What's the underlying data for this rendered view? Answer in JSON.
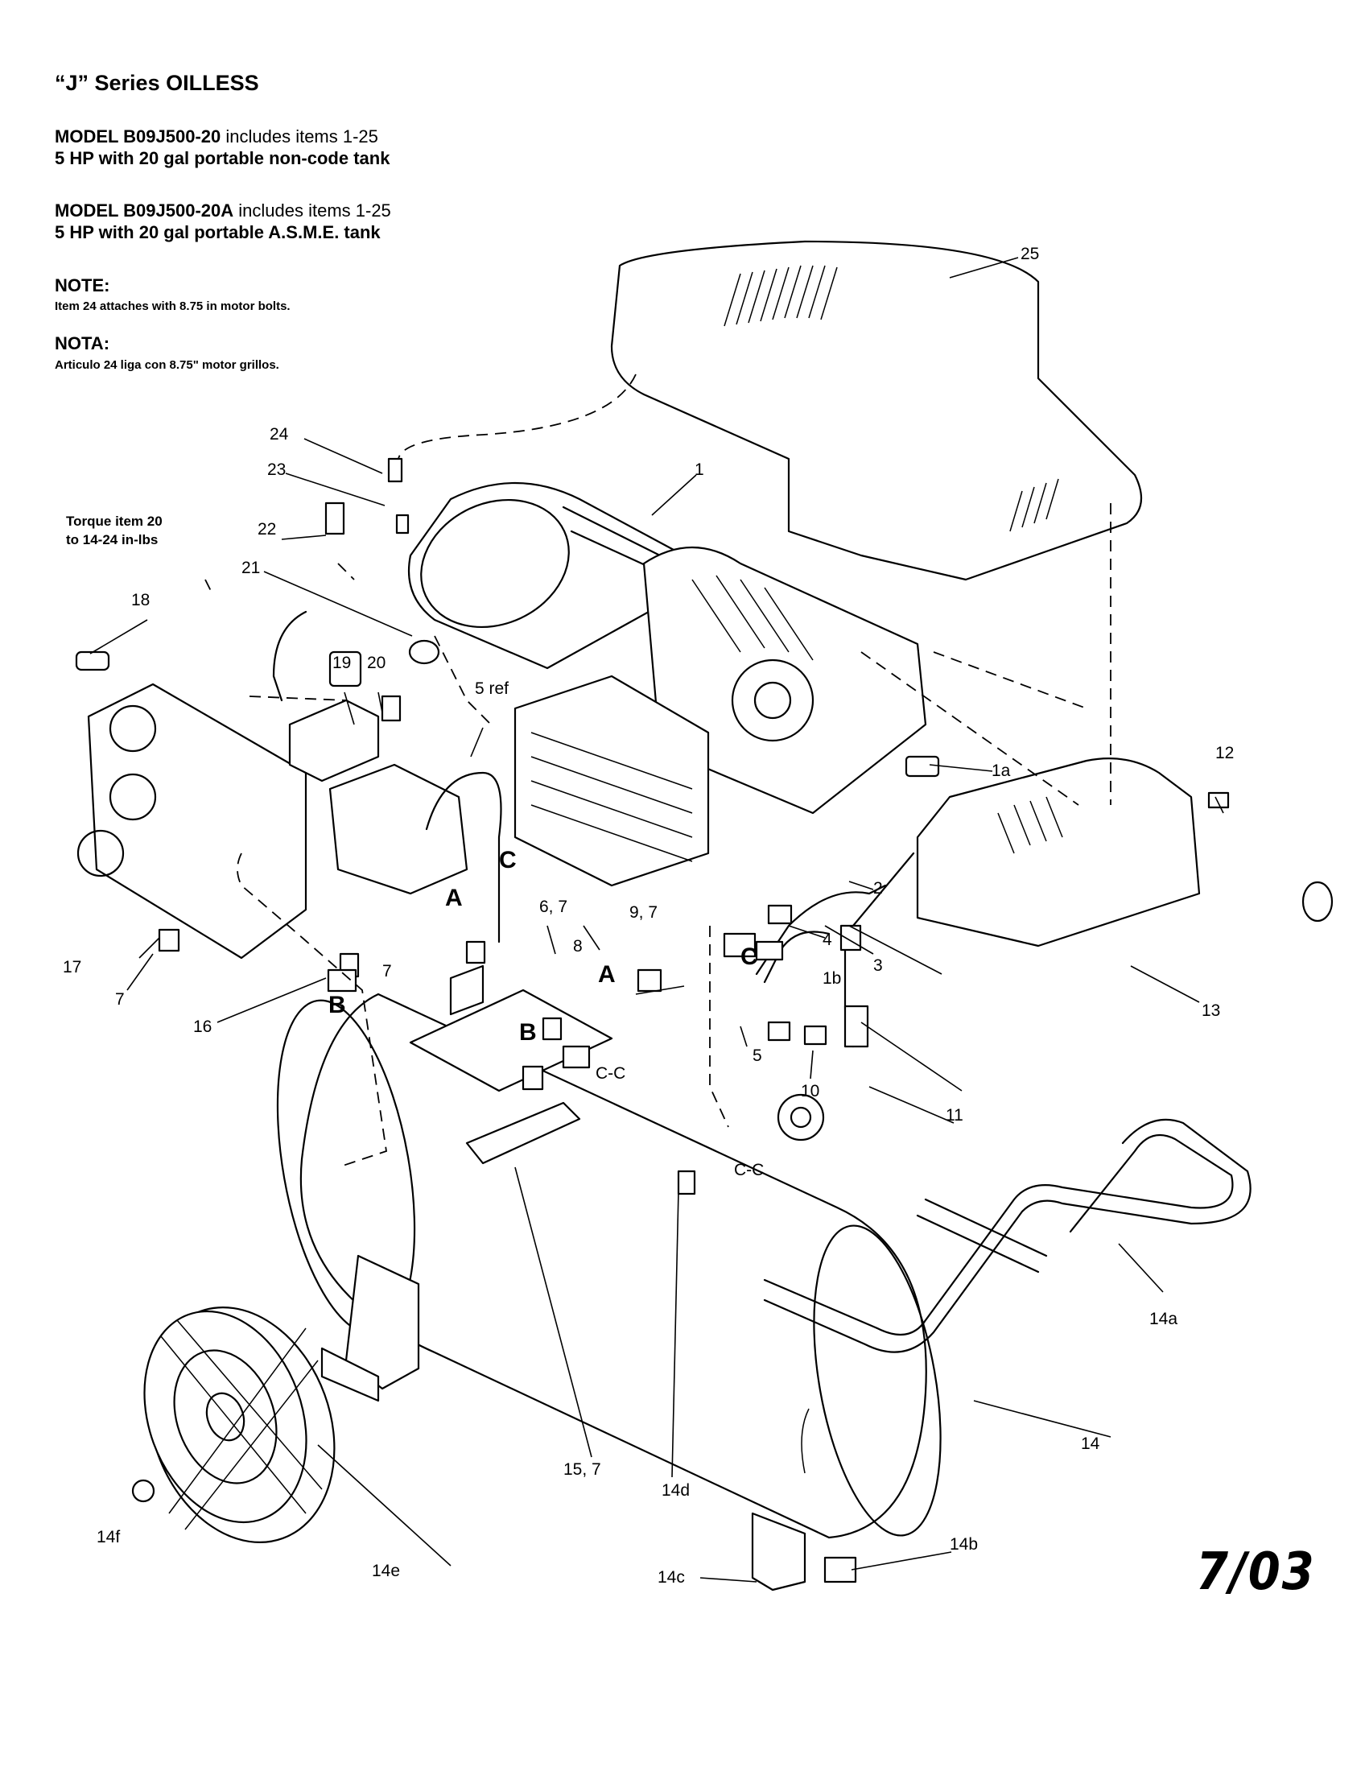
{
  "header": {
    "series_title": "“J” Series OILLESS",
    "models": [
      {
        "model_label": "MODEL B09J500-20",
        "includes": " includes items 1-25",
        "description": "5 HP with 20 gal portable non-code tank"
      },
      {
        "model_label": "MODEL B09J500-20A",
        "includes": " includes items 1-25",
        "description": "5 HP with 20 gal portable A.S.M.E. tank"
      }
    ],
    "note_heading": "NOTE:",
    "note_text": "Item 24 attaches with 8.75 in motor bolts.",
    "nota_heading": "NOTA:",
    "nota_text": "Articulo 24 liga con 8.75\" motor grillos."
  },
  "torque_note": {
    "line1": "Torque item 20",
    "line2": "to 14-24 in-lbs"
  },
  "date_code": "7/03",
  "callouts": {
    "c1": "1",
    "c1a": "1a",
    "c1b": "1b",
    "c2": "2",
    "c3": "3",
    "c4": "4",
    "c5": "5",
    "c5ref": "5 ref",
    "c67": "6, 7",
    "c7a": "7",
    "c7b": "7",
    "c8": "8",
    "c97": "9, 7",
    "c10": "10",
    "c11": "11",
    "c12": "12",
    "c13": "13",
    "c14": "14",
    "c14a": "14a",
    "c14b": "14b",
    "c14c": "14c",
    "c14d": "14d",
    "c14e": "14e",
    "c14f": "14f",
    "c157": "15, 7",
    "c16": "16",
    "c17": "17",
    "c18": "18",
    "c19": "19",
    "c20": "20",
    "c21": "21",
    "c22": "22",
    "c23": "23",
    "c24": "24",
    "c25": "25"
  },
  "connection_markers": {
    "a1": "A",
    "a2": "A",
    "b1": "B",
    "b2": "B",
    "c1": "C",
    "c2": "C",
    "cc1": "C-C",
    "cc2": "C-C"
  }
}
